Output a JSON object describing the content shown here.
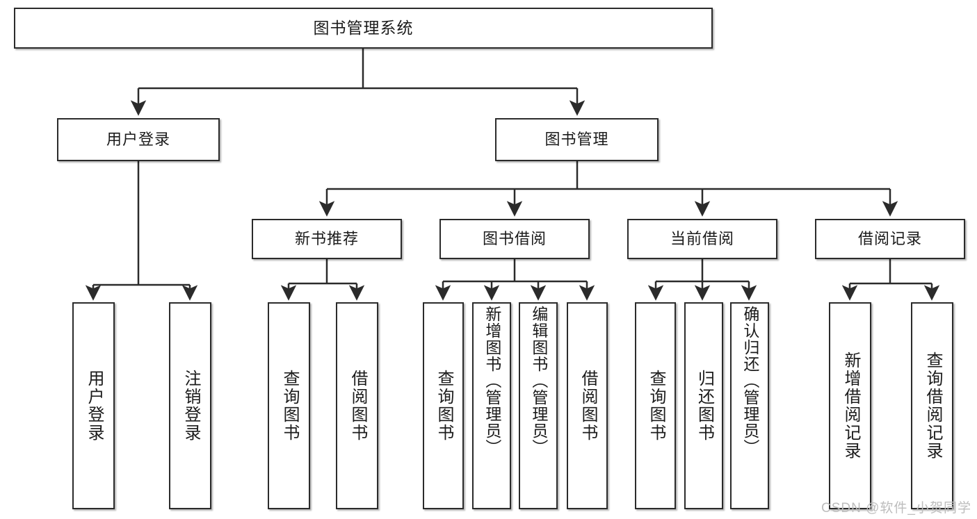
{
  "diagram": {
    "title": "图书管理系统",
    "watermark": "CSDN @软件_小贺同学",
    "line_color": "#2b2b2b",
    "box_fill": "#ffffff",
    "text_color": "#1b1b1b",
    "root": {
      "label": "图书管理系统"
    },
    "level2": [
      {
        "label": "用户登录"
      },
      {
        "label": "图书管理"
      }
    ],
    "level3": [
      {
        "label": "新书推荐"
      },
      {
        "label": "图书借阅"
      },
      {
        "label": "当前借阅"
      },
      {
        "label": "借阅记录"
      }
    ],
    "leaves": {
      "user_login": [
        {
          "label": "用户登录"
        },
        {
          "label": "注销登录"
        }
      ],
      "new_book_recommend": [
        {
          "label": "查询图书"
        },
        {
          "label": "借阅图书"
        }
      ],
      "book_borrow": [
        {
          "label": "查询图书"
        },
        {
          "label": "新增图书（管理员）"
        },
        {
          "label": "编辑图书（管理员）"
        },
        {
          "label": "借阅图书"
        }
      ],
      "current_borrow": [
        {
          "label": "查询图书"
        },
        {
          "label": "归还图书"
        },
        {
          "label": "确认归还（管理员）"
        }
      ],
      "borrow_record": [
        {
          "label": "新增借阅记录"
        },
        {
          "label": "查询借阅记录"
        }
      ]
    }
  }
}
